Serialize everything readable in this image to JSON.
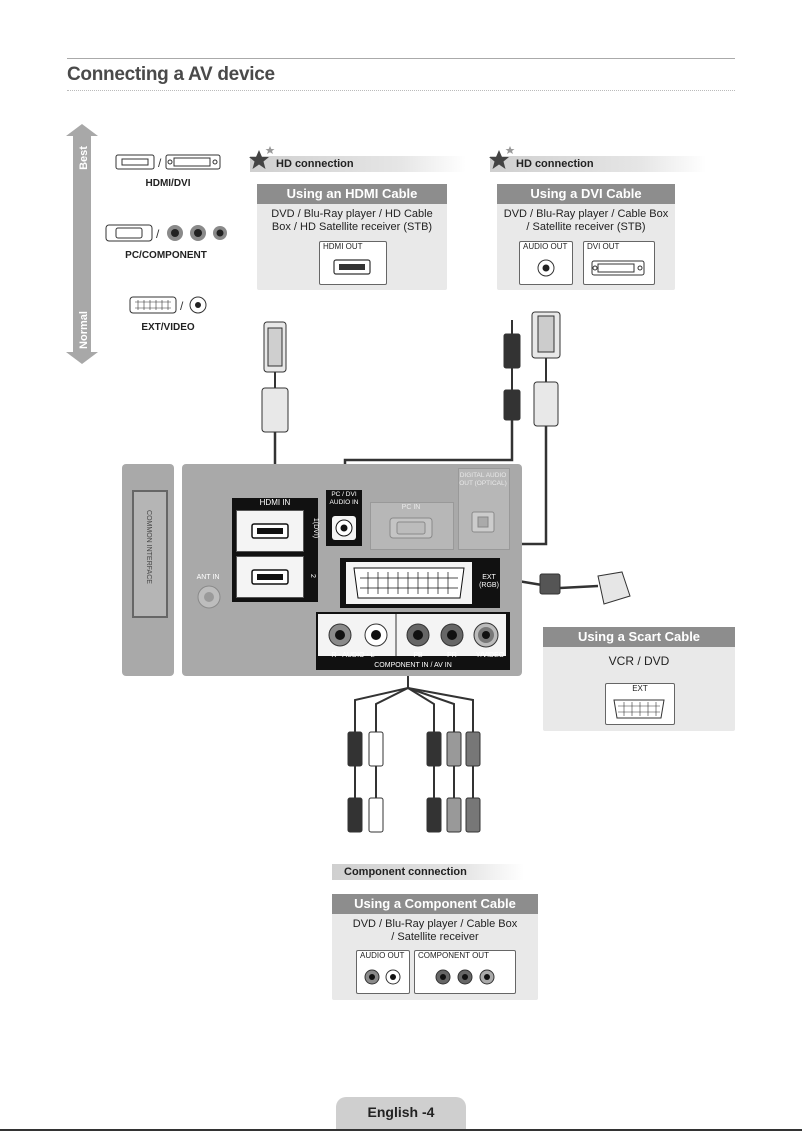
{
  "page": {
    "title": "Connecting a AV device",
    "footer": "English -4"
  },
  "scale": {
    "best": "Best",
    "normal": "Normal"
  },
  "port_types": {
    "hdmi_dvi": "HDMI/DVI",
    "pc_component": "PC/COMPONENT",
    "ext_video": "EXT/VIDEO"
  },
  "hdmi_card": {
    "badge": "HD connection",
    "heading": "Using an HDMI Cable",
    "description": "DVD / Blu-Ray player / HD Cable Box / HD Satellite receiver (STB)",
    "port": "HDMI OUT"
  },
  "dvi_card": {
    "badge": "HD connection",
    "heading": "Using a DVI Cable",
    "description": "DVD / Blu-Ray player / Cable Box / Satellite receiver (STB)",
    "audio_port": "AUDIO OUT",
    "dvi_port": "DVI OUT"
  },
  "scart_card": {
    "heading": "Using a Scart Cable",
    "description": "VCR / DVD",
    "port": "EXT"
  },
  "component_card": {
    "badge": "Component connection",
    "heading": "Using a Component Cable",
    "description": "DVD / Blu-Ray player / Cable Box / Satellite receiver",
    "audio_port": "AUDIO OUT",
    "component_port": "COMPONENT OUT"
  },
  "tv_panel": {
    "common_interface": "COMMON INTERFACE",
    "hdmi_in": "HDMI IN",
    "hdmi_1": "1(DVI)",
    "hdmi_2": "2",
    "pc_dvi_audio_in": "PC / DVI AUDIO IN",
    "pc_in": "PC IN",
    "digital_audio_out": "DIGITAL AUDIO OUT (OPTICAL)",
    "ant_in": "ANT IN",
    "ext_rgb": "EXT (RGB)",
    "audio_label": "R - AUDIO - L",
    "pb": "PB",
    "pr": "PR",
    "y_video": "Y/VIDEO",
    "component_av_in": "COMPONENT IN / AV IN"
  }
}
